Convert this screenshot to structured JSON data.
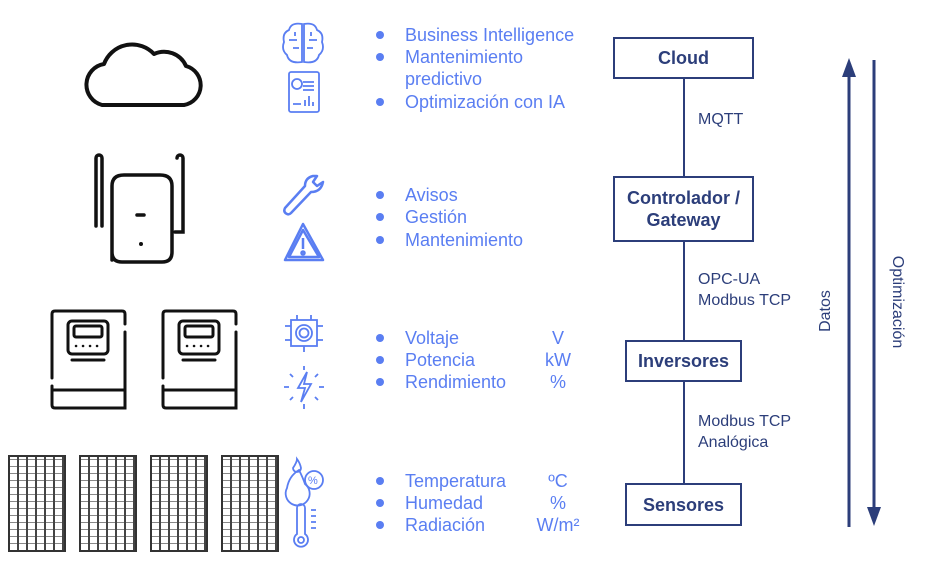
{
  "layers": [
    {
      "name": "cloud",
      "items": [
        {
          "label": "Business Intelligence"
        },
        {
          "label": "Mantenimiento predictivo"
        },
        {
          "label": "Optimización con IA"
        }
      ],
      "icons": [
        "brain-circuit-icon",
        "report-chart-icon"
      ],
      "device_icon": "cloud-icon"
    },
    {
      "name": "gateway",
      "items": [
        {
          "label": "Avisos"
        },
        {
          "label": "Gestión"
        },
        {
          "label": "Mantenimiento"
        }
      ],
      "icons": [
        "wrench-icon",
        "warning-triangle-icon"
      ],
      "device_icon": "router-icon"
    },
    {
      "name": "inverters",
      "items": [
        {
          "label": "Voltaje",
          "unit": "V"
        },
        {
          "label": "Potencia",
          "unit": "kW"
        },
        {
          "label": "Rendimiento",
          "unit": "%"
        }
      ],
      "icons": [
        "gear-circuit-icon",
        "lightning-icon"
      ],
      "device_icon": "inverter-icon"
    },
    {
      "name": "sensors",
      "items": [
        {
          "label": "Temperatura",
          "unit": "ºC"
        },
        {
          "label": "Humedad",
          "unit": "%"
        },
        {
          "label": "Radiación",
          "unit": "W/m²"
        }
      ],
      "icons": [
        "humidity-icon",
        "thermometer-icon"
      ],
      "device_icon": "solar-panel-icon"
    }
  ],
  "stack": {
    "boxes": [
      {
        "label": "Cloud"
      },
      {
        "label": "Controlador / Gateway"
      },
      {
        "label": "Inversores"
      },
      {
        "label": "Sensores"
      }
    ],
    "protocols": [
      {
        "lines": [
          "MQTT"
        ]
      },
      {
        "lines": [
          "OPC-UA",
          "Modbus TCP"
        ]
      },
      {
        "lines": [
          "Modbus TCP",
          "Analógica"
        ]
      }
    ]
  },
  "flows": {
    "up_label": "Datos",
    "down_label": "Optimización"
  },
  "colors": {
    "list": "#5a7ef2",
    "diagram": "#2c3e7a",
    "device": "#111111"
  }
}
